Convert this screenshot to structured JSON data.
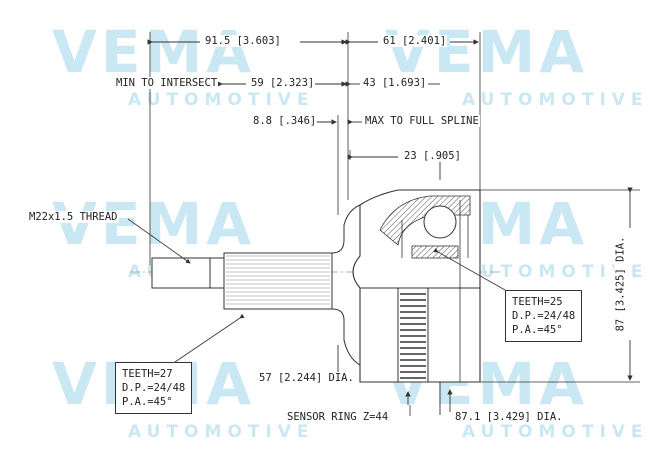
{
  "watermark": {
    "brand": "VEMA",
    "sub": "AUTOMOTIVE"
  },
  "dimensions": {
    "d1": "91.5 [3.603]",
    "d2": "61 [2.401]",
    "d3_label": "MIN TO INTERSECT",
    "d3": "59 [2.323]",
    "d4": "43 [1.693]",
    "d5": "8.8 [.346]",
    "d6": "MAX TO FULL SPLINE",
    "d7": "23 [.905]",
    "thread": "M22x1.5 THREAD",
    "dia57": "57 [2.244] DIA.",
    "dia87_vertical": "87 [3.425] DIA.",
    "sensor": "SENSOR RING Z=44",
    "dia871": "87.1 [3.429] DIA."
  },
  "spec_outer": {
    "teeth": "TEETH=25",
    "dp": "D.P.=24/48",
    "pa": "P.A.=45°"
  },
  "spec_inner": {
    "teeth": "TEETH=27",
    "dp": "D.P.=24/48",
    "pa": "P.A.=45°"
  }
}
